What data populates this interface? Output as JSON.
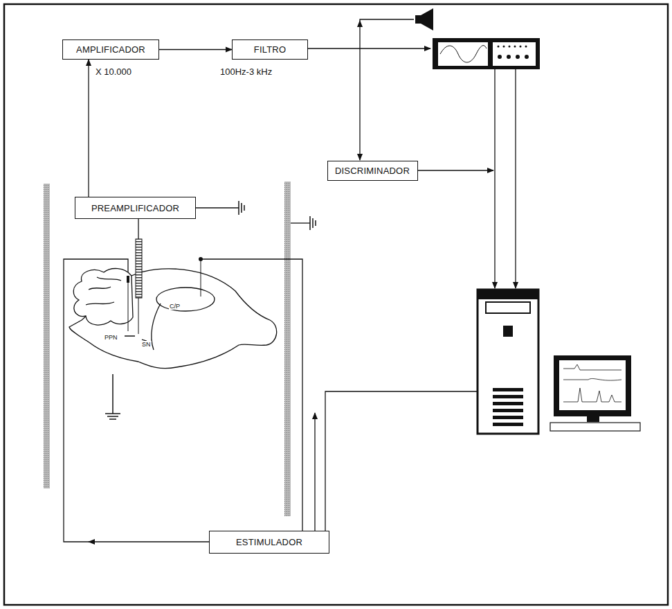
{
  "diagram": {
    "nodes": [
      {
        "text": [
          "AMPLIFICADOR"
        ]
      },
      {
        "text": [
          "FILTRO"
        ]
      },
      {
        "text": [
          "DISCRIMINADOR"
        ]
      },
      {
        "text": [
          "PREAMPLIFICADOR"
        ]
      },
      {
        "text": [
          "ESTIMULADOR"
        ]
      }
    ],
    "edges": [
      {
        "from": 3,
        "to": 0,
        "arrow": "to"
      },
      {
        "from": 0,
        "to": 1,
        "arrow": "to"
      }
    ],
    "labels": [
      "X 10.000",
      "100Hz-3 kHz",
      "PPN",
      "SN",
      "C/P"
    ]
  }
}
